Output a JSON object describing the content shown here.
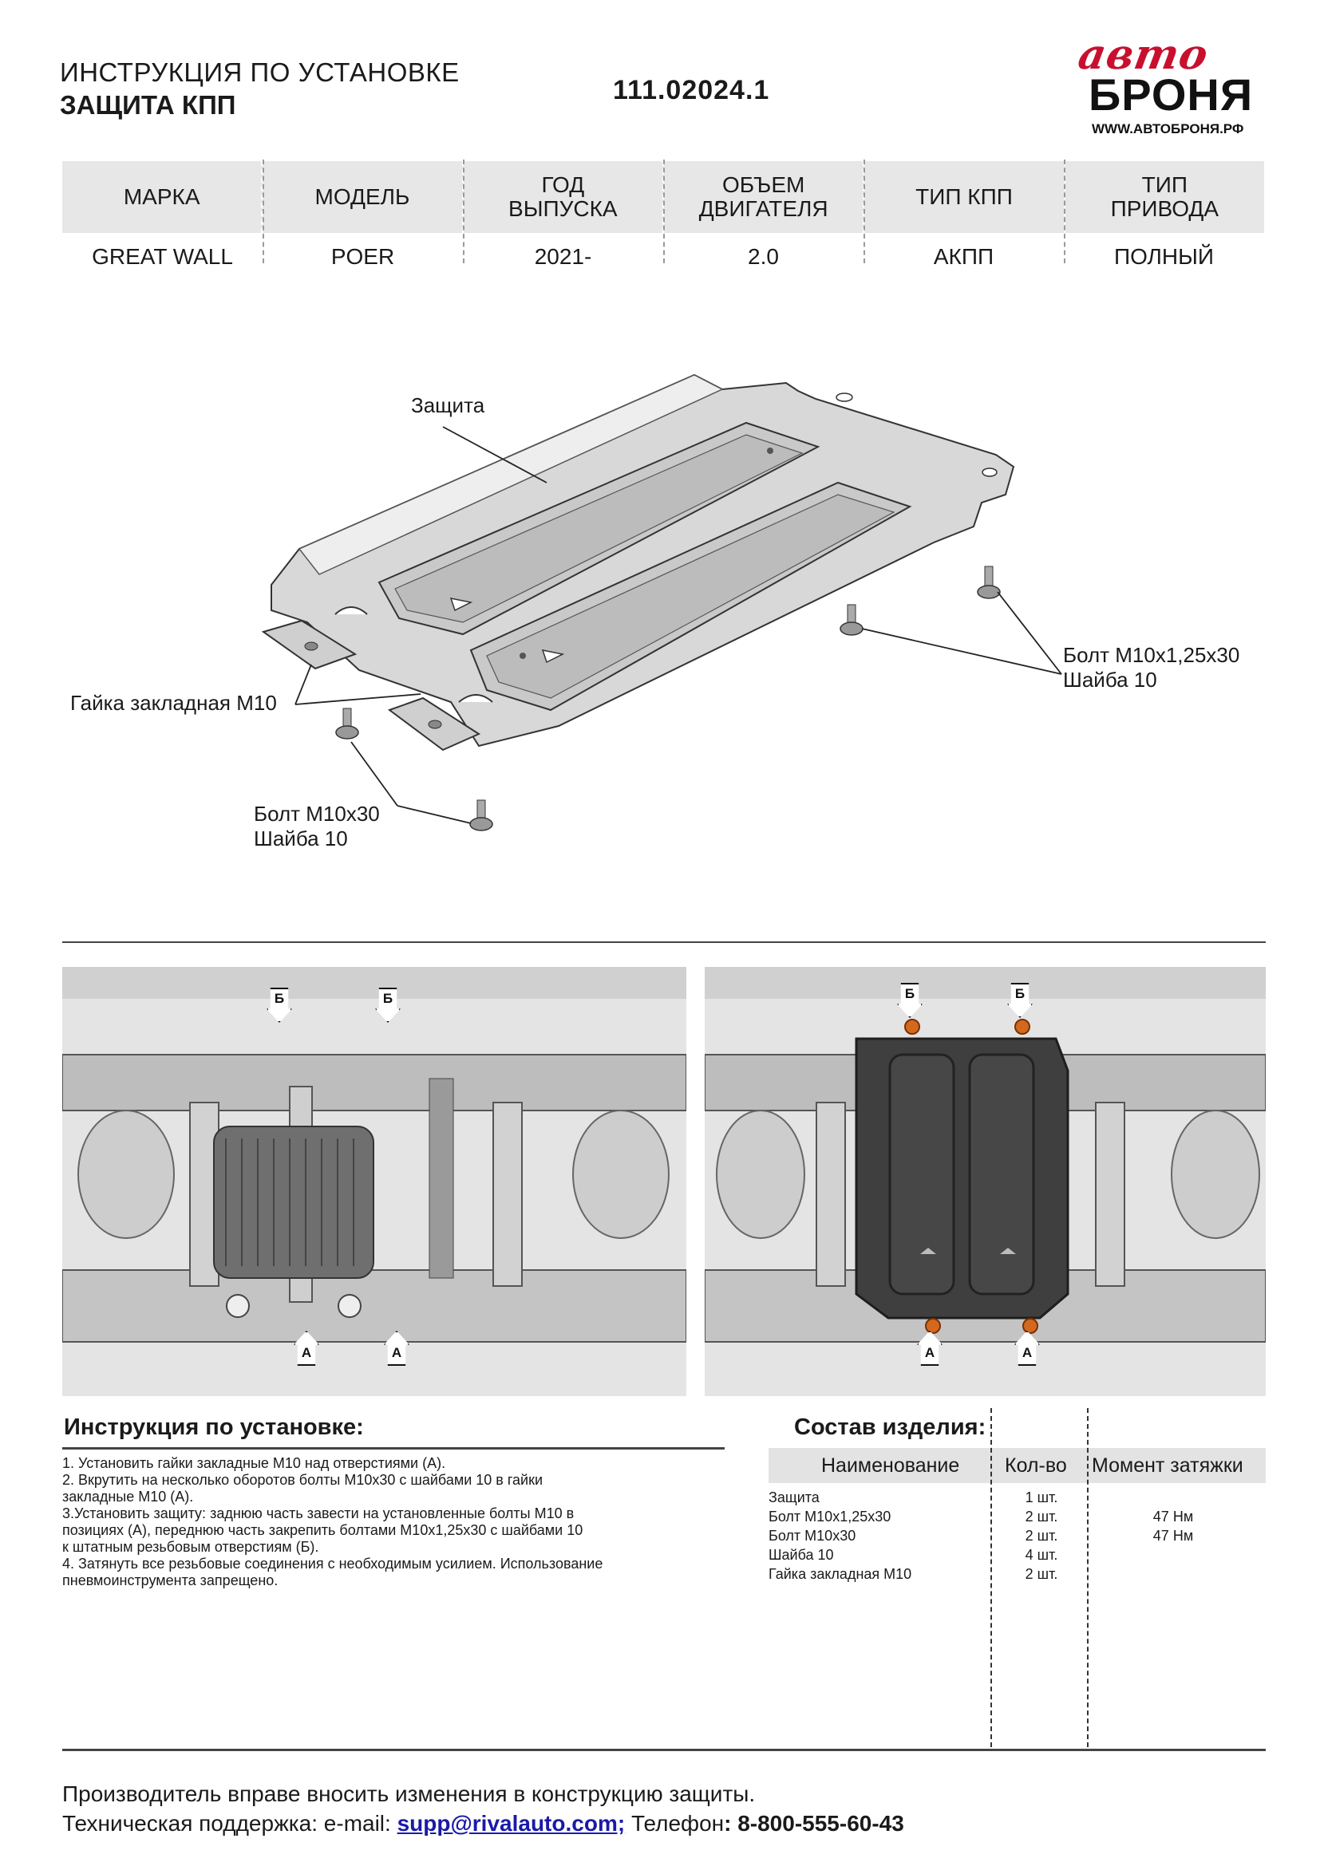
{
  "header": {
    "title_line1": "ИНСТРУКЦИЯ ПО УСТАНОВКЕ",
    "title_line2": "ЗАЩИТА КПП",
    "doc_number": "111.02024.1"
  },
  "logo": {
    "script_text": "авто",
    "brand_text": "БРОНЯ",
    "url": "WWW.АВТОБРОНЯ.РФ"
  },
  "spec_table": {
    "headers": [
      "МАРКА",
      "МОДЕЛЬ",
      "ГОД ВЫПУСКА",
      "ОБЪЕМ ДВИГАТЕЛЯ",
      "ТИП КПП",
      "ТИП ПРИВОДА"
    ],
    "header_lines": [
      [
        "МАРКА"
      ],
      [
        "МОДЕЛЬ"
      ],
      [
        "ГОД",
        "ВЫПУСКА"
      ],
      [
        "ОБЪЕМ",
        "ДВИГАТЕЛЯ"
      ],
      [
        "ТИП КПП"
      ],
      [
        "ТИП",
        "ПРИВОДА"
      ]
    ],
    "values": [
      "GREAT WALL",
      "POER",
      "2021-",
      "2.0",
      "АКПП",
      "ПОЛНЫЙ"
    ]
  },
  "diagram": {
    "label_shield": "Защита",
    "label_nut": "Гайка закладная М10",
    "label_bolt_a_line1": "Болт М10х1,25х30",
    "label_bolt_a_line2": "Шайба 10",
    "label_bolt_b_line1": "Болт М10х30",
    "label_bolt_b_line2": "Шайба 10"
  },
  "photos": {
    "marker_front": "Б",
    "marker_rear": "А"
  },
  "instructions": {
    "title": "Инструкция по установке:",
    "steps": [
      "1. Установить гайки закладные М10 над отверстиями (А).",
      "2. Вкрутить на несколько оборотов болты М10х30 с шайбами 10 в гайки",
      "закладные М10 (А).",
      "3.Установить защиту: заднюю часть завести на установленные болты М10 в",
      "позициях (А), переднюю часть закрепить болтами М10х1,25х30 с шайбами 10",
      "к штатным резьбовым отверстиям (Б).",
      "4. Затянуть все резьбовые соединения с необходимым усилием. Использование",
      "пневмоинструмента запрещено."
    ]
  },
  "components": {
    "title": "Состав изделия:",
    "col_name": "Наименование",
    "col_qty": "Кол-во",
    "col_torque": "Момент затяжки",
    "rows": [
      {
        "name": "Защита",
        "qty": "1 шт.",
        "torque": ""
      },
      {
        "name": "Болт М10х1,25х30",
        "qty": "2 шт.",
        "torque": "47 Нм"
      },
      {
        "name": "Болт М10х30",
        "qty": "2 шт.",
        "torque": "47 Нм"
      },
      {
        "name": "Шайба 10",
        "qty": "4 шт.",
        "torque": ""
      },
      {
        "name": "Гайка закладная М10",
        "qty": "2 шт.",
        "torque": ""
      }
    ]
  },
  "footer": {
    "line1": "Производитель вправе вносить изменения в конструкцию защиты.",
    "support_prefix": "Техническая поддержка:  e-mail: ",
    "email": "supp@rivalauto.com;",
    "phone_prefix": " Телефон",
    "phone": ": 8-800-555-60-43"
  }
}
